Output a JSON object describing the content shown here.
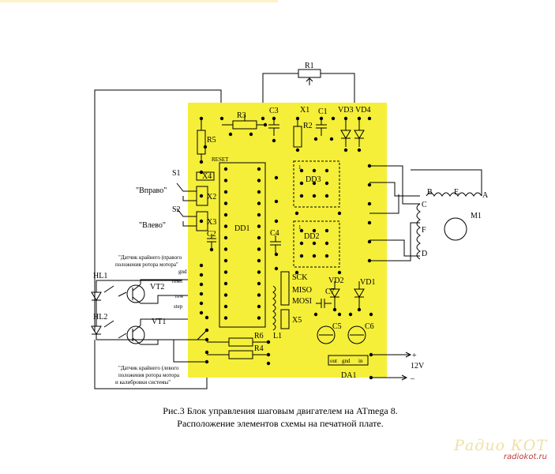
{
  "labels": {
    "R1": "R1",
    "R2": "R2",
    "R3": "R3",
    "R4": "R4",
    "R5": "R5",
    "R6": "R6",
    "C1": "C1",
    "C2": "C2",
    "C3": "C3",
    "C4": "C4",
    "C5": "C5",
    "C6": "C6",
    "C7": "C7",
    "X1": "X1",
    "X2": "X2",
    "X3": "X3",
    "X4": "X4",
    "X5": "X5",
    "VD1": "VD1",
    "VD2": "VD2",
    "VD3": "VD3",
    "VD4": "VD4",
    "DD1": "DD1",
    "DD2": "DD2",
    "DD3": "DD3",
    "DA1": "DA1",
    "HL1": "HL1",
    "HL2": "HL2",
    "VT1": "VT1",
    "VT2": "VT2",
    "S1": "S1",
    "S2": "S2",
    "L1": "L1",
    "M1": "M1",
    "RESET": "RESET",
    "SCK": "SCK",
    "MISO": "MISO",
    "MOSI": "MOSI",
    "gnd": "gnd",
    "reset": "reset",
    "rew": "rew",
    "step": "step",
    "pin1_dd3": "1",
    "pin1_dd2": "1",
    "B": "B",
    "E": "E",
    "A": "A",
    "C": "C",
    "F": "F",
    "D": "D",
    "plus": "+",
    "minus": "–",
    "v12": "12V",
    "out": "out",
    "gnd2": "gnd",
    "in": "in",
    "vpravo": "\"Вправо\"",
    "vlevo": "\"Влево\"",
    "sensor_right": [
      "\"Датчик крайнего (правого",
      "положения ротора мотора\""
    ],
    "sensor_left": [
      "\"Датчик крайнего (левого",
      "положения ротора мотора",
      "и калибровки системы\""
    ]
  },
  "caption": {
    "line1": "Рис.3  Блок управления шаговым двигателем на ATmega 8.",
    "line2": "Расположение элементов схемы на печатной плате."
  },
  "watermark": {
    "brand": "Радио КОТ",
    "url": "radiokot.ru"
  },
  "colors": {
    "board": "#f5ef39",
    "ink": "#000000",
    "watermark_red": "#c23a3a"
  }
}
